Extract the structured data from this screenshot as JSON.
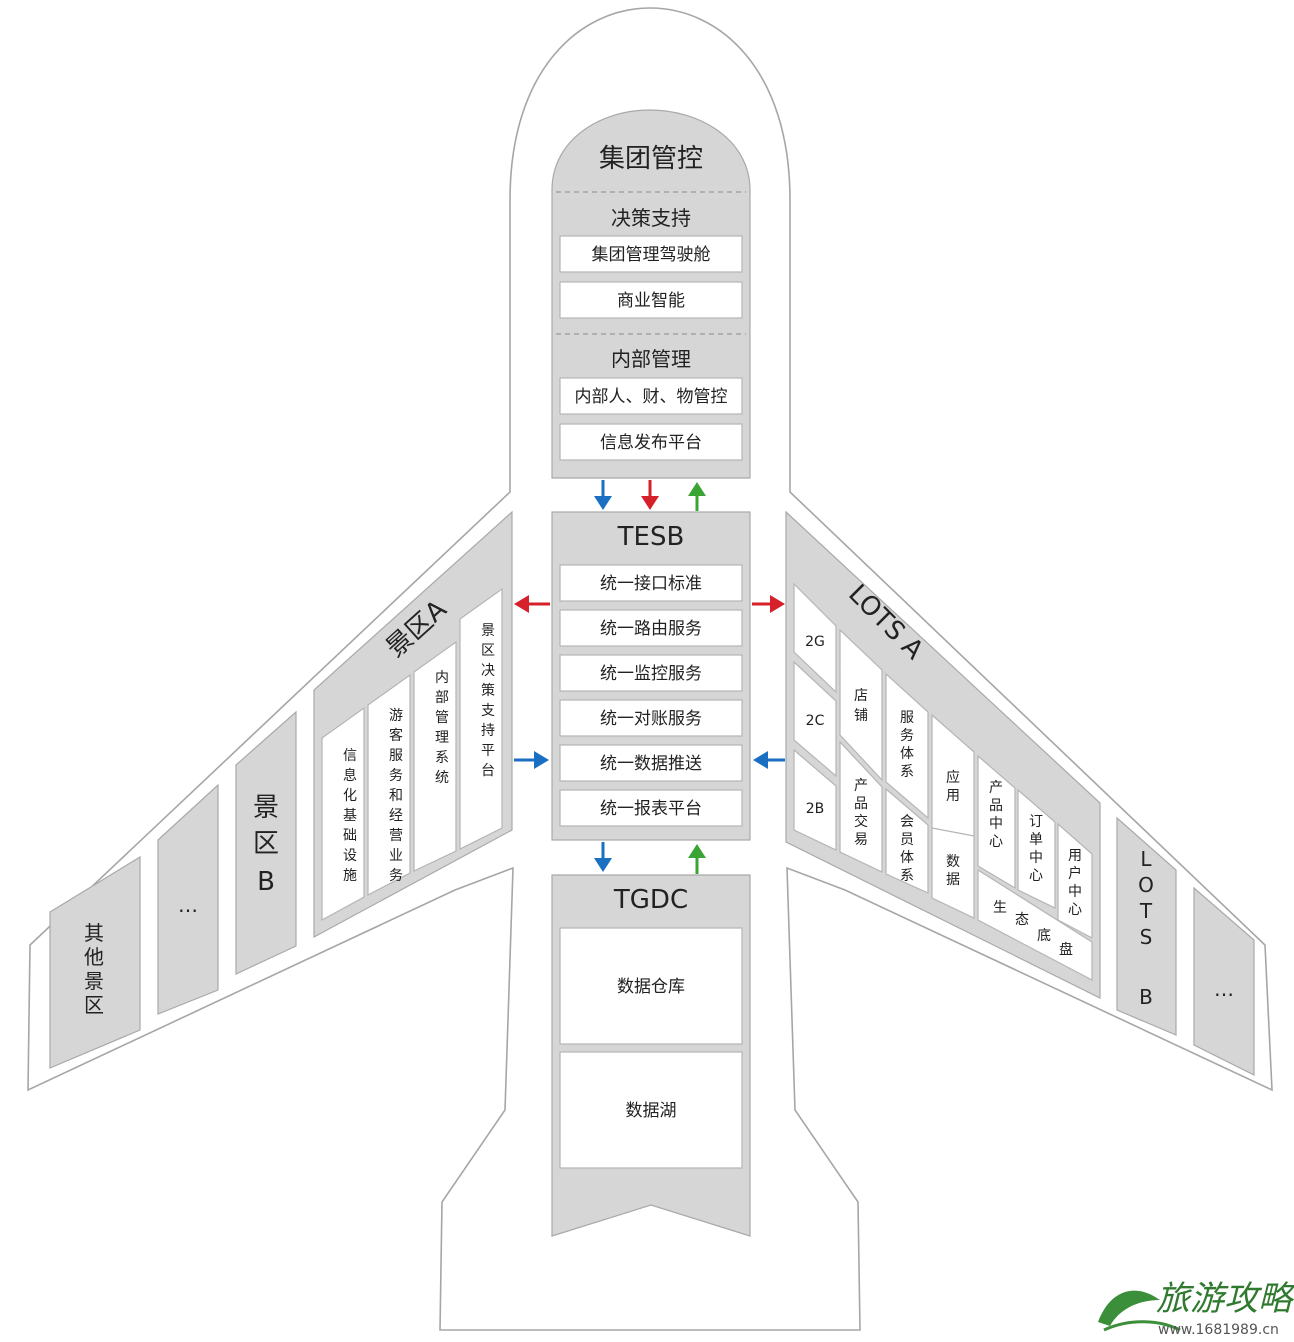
{
  "fuselage": {
    "head": {
      "title": "集团管控",
      "decision": {
        "title": "决策支持",
        "items": [
          "集团管理驾驶舱",
          "商业智能"
        ]
      },
      "internal": {
        "title": "内部管理",
        "items": [
          "内部人、财、物管控",
          "信息发布平台"
        ]
      }
    },
    "tesb": {
      "title": "TESB",
      "items": [
        "统一接口标准",
        "统一路由服务",
        "统一监控服务",
        "统一对账服务",
        "统一数据推送",
        "统一报表平台"
      ]
    },
    "tgdc": {
      "title": "TGDC",
      "items": [
        "数据仓库",
        "数据湖"
      ]
    }
  },
  "left_wing": {
    "main": {
      "title": "景区A",
      "columns": [
        "信息化基础设施",
        "游客服务和经营业务",
        "内部管理系统",
        "景区决策支持平台"
      ]
    },
    "others": [
      "景区B",
      "…",
      "其他景区"
    ]
  },
  "right_wing": {
    "main": {
      "title": "LOTS A",
      "channels": [
        "2G",
        "2C",
        "2B"
      ],
      "col2": [
        "店铺",
        "产品交易"
      ],
      "col3": [
        "服务体系",
        "会员体系"
      ],
      "col4": [
        "应用",
        "数据"
      ],
      "col5": [
        "产品中心",
        "订单中心",
        "用户中心"
      ],
      "base": "生态底盘"
    },
    "others": [
      "LOTS B",
      "…"
    ]
  },
  "arrows": {
    "colors": {
      "blue": "#1a6fc2",
      "red": "#d6202a",
      "green": "#3aa534"
    }
  },
  "watermark": {
    "text": "旅游攻略",
    "url": "www.1681989.cn"
  }
}
